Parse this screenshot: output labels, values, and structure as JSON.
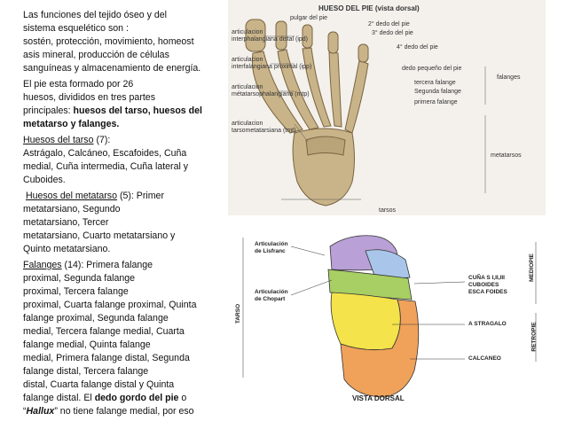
{
  "intro": {
    "line1": "Las funciones del tejido óseo y del",
    "line2": "sistema esquelético  son :",
    "line3": "sostén, protección, movimiento, homeost",
    "line4": "asis mineral, producción de células",
    "line5": "sanguíneas y almacenamiento de energía."
  },
  "pie": {
    "line1": "El pie esta formado por 26",
    "line2": "huesos, divididos en tres partes",
    "line3_pre": "principales: ",
    "line3_bold": "huesos del tarso, huesos del",
    "line4_bold": "metatarso y falanges."
  },
  "tarso": {
    "heading": "Huesos del tarso",
    "count": " (7):",
    "line1": "Astrágalo, Calcáneo, Escafoides, Cuña",
    "line2": "medial, Cuña intermedia, Cuña lateral y",
    "line3": "Cuboides."
  },
  "metatarso": {
    "heading": "Huesos del metatarso",
    "count": " (5): Primer",
    "line1": "metatarsiano, Segundo",
    "line2": "metatarsiano, Tercer",
    "line3": "metatarsiano, Cuarto metatarsiano y",
    "line4": "Quinto metatarsiano."
  },
  "falanges": {
    "heading": "Falanges",
    "count": " (14): Primera falange",
    "line1": "proximal, Segunda falange",
    "line2": "proximal, Tercera falange",
    "line3": "proximal, Cuarta falange proximal, Quinta",
    "line4": "falange proximal, Segunda falange",
    "line5": "medial, Tercera falange medial, Cuarta",
    "line6": "falange medial, Quinta falange",
    "line7": "medial, Primera falange distal, Segunda",
    "line8": "falange distal, Tercera falange",
    "line9": "distal, Cuarta falange distal y Quinta",
    "line10_pre": "falange distal. El ",
    "line10_bold": "dedo gordo del pie",
    "line10_post": " o",
    "line11_pre": "“",
    "line11_bold": "Hallux",
    "line11_post": "” no tiene falange medial, por eso"
  },
  "figure1": {
    "title": "HUESO DEL PIE (vista dorsal)",
    "labels": {
      "pulgar": "pulgar del pie",
      "dedo2": "2° dedo del pie",
      "dedo3": "3° dedo del pie",
      "dedo4": "4° dedo del pie",
      "pequeno": "dedo pequeño del pie",
      "ipd1": "articulacion",
      "ipd2": "interphalangiana distal (ipd)",
      "ipp1": "articulacion",
      "ipp2": "interfalangiana proximal (ipp)",
      "mtp1": "articulacion",
      "mtp2": "métatarsophalangiana (mtp)",
      "tmt1": "articulacion",
      "tmt2": "tarsometatarsiana (tmt)",
      "tercera": "tercera falange",
      "segunda": "Segunda falange",
      "primera": "primera falange",
      "falanges": "falanges",
      "metatarsos": "metatarsos",
      "tarsos": "tarsos"
    }
  },
  "figure2": {
    "labels": {
      "lisfranc1": "Articulación",
      "lisfranc2": "de Lisfranc",
      "chopart1": "Articulación",
      "chopart2": "de Chopart",
      "cunas1": "CUÑA S I,II,III",
      "cunas2": "CUBOIDES",
      "cunas3": "ESCA FOIDES",
      "astragalo": "A STRAGALO",
      "calcaneo": "CALCANEO",
      "tarso": "TARSO",
      "mediopie": "MEDIOPIE",
      "retropie": "RETROPIE",
      "vista": "VISTA DORSAL"
    }
  },
  "colors": {
    "bone": "#c9b48a",
    "bone_dark": "#7a6440",
    "purple": "#b9a0d6",
    "blue": "#a9c6ea",
    "green": "#a8cf63",
    "yellow": "#f4e34a",
    "orange": "#f0a25a"
  }
}
